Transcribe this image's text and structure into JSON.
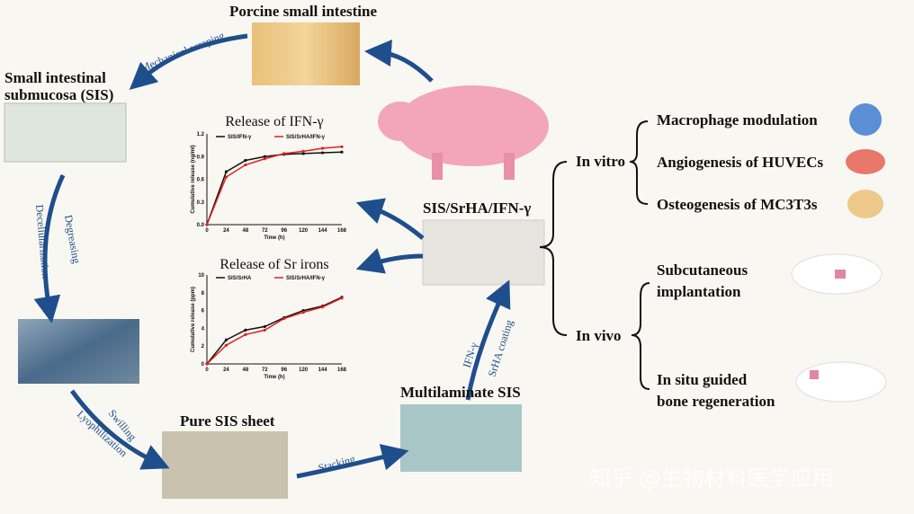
{
  "labels": {
    "porcine": "Porcine small intestine",
    "mechanical": "Mechanical scraping",
    "sis1": "Small intestinal",
    "sis2": "submucosa (SIS)",
    "degreasing": "Degreasing",
    "decell": "Decellularization",
    "swilling": "Swilling",
    "lyoph": "Lyophilization",
    "pure": "Pure SIS sheet",
    "stacking": "Stacking",
    "multi": "Multilaminate SIS",
    "ifn": "IFN-γ",
    "srha": "SrHA coating",
    "product": "SIS/SrHA/IFN-γ",
    "invitro": "In vitro",
    "invivo": "In vivo",
    "macro": "Macrophage modulation",
    "angio": "Angiogenesis  of HUVECs",
    "osteo": "Osteogenesis of MC3T3s",
    "subq1": "Subcutaneous",
    "subq2": "implantation",
    "insitu1": "In situ guided",
    "insitu2": "bone regeneration"
  },
  "watermark": "知乎 @生物材料医学应用",
  "colors": {
    "arrow": "#1f4e8c",
    "series_black": "#111111",
    "series_red": "#e02020"
  },
  "chart_data": [
    {
      "type": "line",
      "title": "Release of IFN-γ",
      "xlabel": "Time (h)",
      "ylabel": "Cumulative release (ng/ml)",
      "x": [
        0,
        24,
        48,
        72,
        96,
        120,
        144,
        168
      ],
      "xticks": [
        "0",
        "24",
        "48",
        "72",
        "96",
        "120",
        "144",
        "168"
      ],
      "yticks": [
        "0.0",
        "0.3",
        "0.6",
        "0.9",
        "1.2"
      ],
      "ylim": [
        0,
        1.2
      ],
      "legend": "top-left",
      "series": [
        {
          "name": "SIS/IFN-γ",
          "values": [
            0,
            0.7,
            0.85,
            0.9,
            0.93,
            0.94,
            0.95,
            0.96
          ]
        },
        {
          "name": "SIS/SrHA/IFN-γ",
          "values": [
            0,
            0.63,
            0.79,
            0.87,
            0.94,
            0.97,
            1.01,
            1.03
          ]
        }
      ]
    },
    {
      "type": "line",
      "title": "Release of Sr irons",
      "xlabel": "Time (h)",
      "ylabel": "Cumulative release (ppm)",
      "x": [
        0,
        24,
        48,
        72,
        96,
        120,
        144,
        168
      ],
      "xticks": [
        "0",
        "24",
        "48",
        "72",
        "96",
        "120",
        "144",
        "168"
      ],
      "yticks": [
        "0",
        "2",
        "4",
        "6",
        "8",
        "10"
      ],
      "ylim": [
        0,
        10
      ],
      "legend": "top-left",
      "series": [
        {
          "name": "SIS/SrHA",
          "values": [
            0,
            2.7,
            3.8,
            4.2,
            5.2,
            6.0,
            6.5,
            7.5
          ]
        },
        {
          "name": "SIS/SrHA/IFN-γ",
          "values": [
            0,
            2.1,
            3.3,
            3.8,
            5.1,
            5.8,
            6.4,
            7.4
          ]
        }
      ]
    }
  ]
}
